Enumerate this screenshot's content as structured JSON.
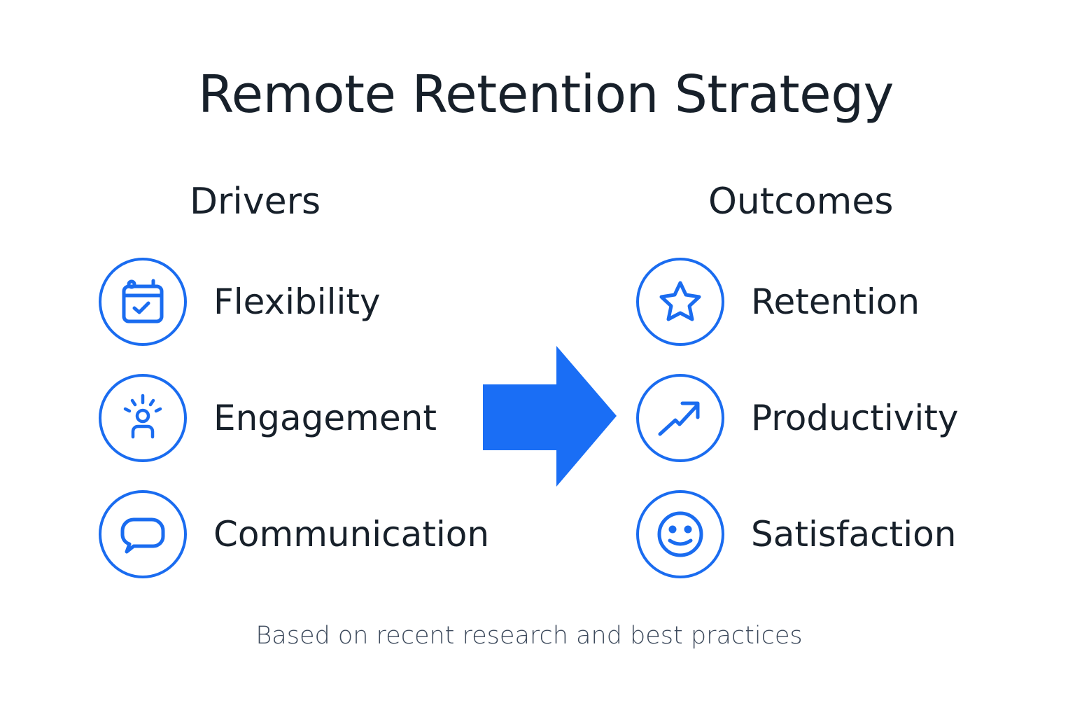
{
  "title": "Remote Retention Strategy",
  "drivers": {
    "heading": "Drivers",
    "items": [
      {
        "label": "Flexibility",
        "icon": "calendar-check-icon"
      },
      {
        "label": "Engagement",
        "icon": "person-spark-icon"
      },
      {
        "label": "Communication",
        "icon": "chat-bubble-icon"
      }
    ]
  },
  "outcomes": {
    "heading": "Outcomes",
    "items": [
      {
        "label": "Retention",
        "icon": "star-icon"
      },
      {
        "label": "Productivity",
        "icon": "trend-up-icon"
      },
      {
        "label": "Satisfaction",
        "icon": "smiley-icon"
      }
    ]
  },
  "footer": "Based on recent research and best practices",
  "colors": {
    "accent": "#1a6cf0",
    "text": "#17202a",
    "footer_text": "#3d4a5c"
  }
}
